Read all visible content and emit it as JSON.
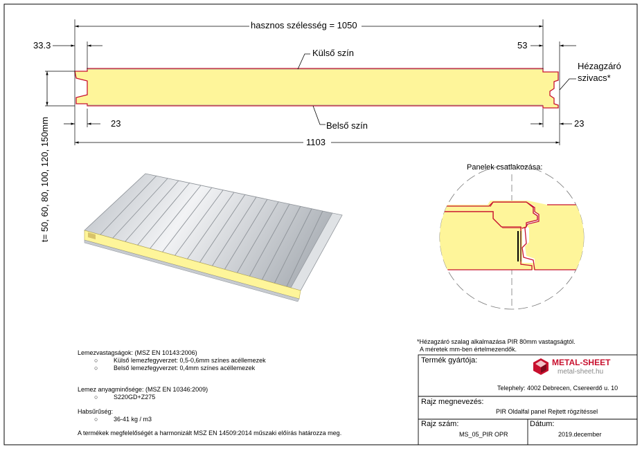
{
  "dimensions": {
    "useful_width": "hasznos szélesség = 1050",
    "left_offset": "33.3",
    "right_offset": "53",
    "left_bottom": "23",
    "right_bottom": "23",
    "total_width": "1103",
    "thickness": "t= 50, 60, 80, 100, 120, 150mm"
  },
  "labels": {
    "outer_color": "Külső szín",
    "inner_color": "Belső szín",
    "gasket_line1": "Hézagzáró",
    "gasket_line2": "szivacs*",
    "joint_title": "Panelek csatlakozása:"
  },
  "notes": {
    "footnote1": "*Hézagzáró szalag alkalmazása  PIR 80mm vastagságtól.",
    "footnote2": "A méretek mm-ben értelmezendők.",
    "sheet_thickness_title": "Lemezvastagságok: (MSZ EN 10143:2006)",
    "sheet_thickness_items": [
      "Külső lemezfegyverzet: 0,5-0,6mm színes acéllemezek",
      "Belső lemezfegyverzet: 0,4mm színes acéllemezek"
    ],
    "material_title": "Lemez anyagminősége: (MSZ EN 10346:2009)",
    "material_items": [
      "S220GD+Z275"
    ],
    "foam_title": "Habsűrűség:",
    "foam_items": [
      "36-41 kg / m3"
    ],
    "conformity": "A termékek megfelelőségét a harmonizált MSZ EN 14509:2014 műszaki előírás határozza meg."
  },
  "title_block": {
    "manufacturer_label": "Termék gyártója:",
    "brand": "METAL-SHEET",
    "website": "metal-sheet.hu",
    "site": "Telephely: 4002 Debrecen, Csereerdő u. 10",
    "drawing_name_label": "Rajz megnevezés:",
    "drawing_name": "PIR Oldalfal panel Rejtett rögzítéssel",
    "drawing_no_label": "Rajz szám:",
    "drawing_no": "MS_05_PIR OPR",
    "date_label": "Dátum:",
    "date": "2019.december"
  },
  "colors": {
    "foam": "#fef59a",
    "steel_edge": "#c8102e",
    "brand_red": "#c8102e"
  }
}
